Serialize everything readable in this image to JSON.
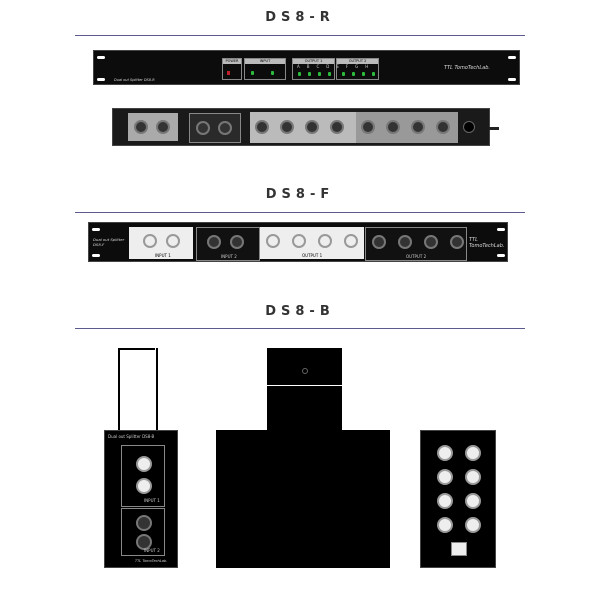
{
  "sections": [
    {
      "title": "DS8-R"
    },
    {
      "title": "DS8-F"
    },
    {
      "title": "DS8-B"
    }
  ],
  "ds8r": {
    "model_label": "Dual out Splitter DS8-R",
    "brand": "TTL TomoTechLab.",
    "power": "POWER",
    "input": "INPUT",
    "output1": "OUTPUT 1",
    "output2": "OUTPUT 2",
    "channels": [
      "A",
      "B",
      "C",
      "D",
      "E",
      "F",
      "G",
      "H"
    ]
  },
  "ds8f": {
    "model_label": "Dual out Splitter DS8-F",
    "brand": "TTL TomoTechLab.",
    "input1": "INPUT 1",
    "input2": "INPUT 2",
    "output1": "OUTPUT 1",
    "output2": "OUTPUT 2"
  },
  "ds8b": {
    "model_label": "Dual out Splitter DS8-B",
    "brand": "TTL TomoTechLab.",
    "input1": "INPUT 1",
    "input2": "INPUT 2"
  },
  "colors": {
    "rule": "#5b5b8e",
    "led": "#2dbb3c",
    "power_led": "#c0202a"
  }
}
